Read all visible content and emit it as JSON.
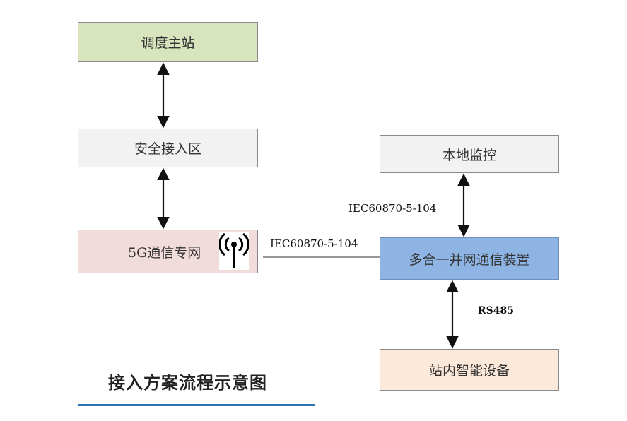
{
  "boxes": {
    "dispatch_master": "调度主站",
    "secure_access": "安全接入区",
    "private_5g": "5G通信专网",
    "local_monitor": "本地监控",
    "multi_in_one": "多合一并网通信装置",
    "station_devices": "站内智能设备"
  },
  "links": {
    "protocol_horizontal": "IEC60870-5-104",
    "protocol_vertical": "IEC60870-5-104",
    "serial": "RS485"
  },
  "caption": "接入方案流程示意图",
  "icons": [
    "wireless-antenna-icon"
  ],
  "colors": {
    "dispatch_fill": "#d7e4bd",
    "secure_fill": "#f2f2f2",
    "private_5g_fill": "#f2dcdb",
    "local_fill": "#f2f2f2",
    "multi_fill": "#8eb4e3",
    "device_fill": "#fde9d9",
    "caption_underline": "#2e75b6"
  }
}
